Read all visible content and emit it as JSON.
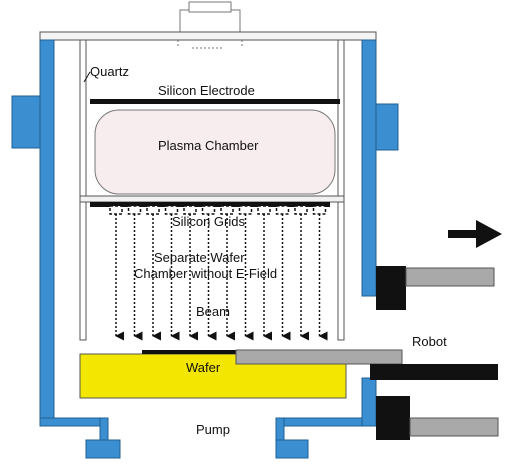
{
  "labels": {
    "quartz": "Quartz",
    "silicon_electrode": "Silicon Electrode",
    "plasma_chamber": "Plasma Chamber",
    "silicon_grids": "Silicon Grids",
    "separate_wafer_line1": "Separate Wafer",
    "separate_wafer_line2": "Chamber without E-Field",
    "beam": "Beam",
    "robot": "Robot",
    "wafer": "Wafer",
    "pump": "Pump"
  },
  "colors": {
    "wall_blue": "#3b8fd0",
    "wall_outline": "#1f5f95",
    "wafer_yellow": "#f3e600",
    "plasma_fill": "#f7ecee",
    "robot_gray": "#a9a9a9",
    "dark": "#111111"
  },
  "icons": {
    "exit_arrow": "arrow-right-icon",
    "beam_arrows": "arrow-down-icon"
  }
}
